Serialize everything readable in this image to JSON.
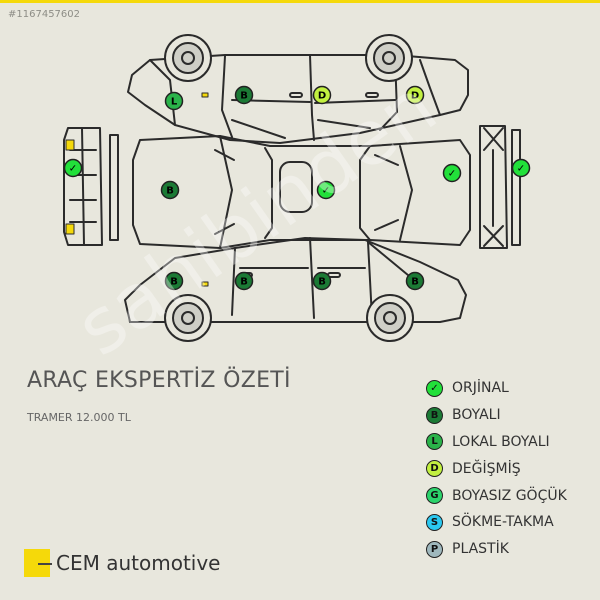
{
  "header": {
    "listing_id": "#1167457602"
  },
  "summary": {
    "title": "ARAÇ EKSPERTİZ ÖZETİ",
    "subtitle": "TRAMER 12.000 TL"
  },
  "legend": [
    {
      "symbol": "✓",
      "label": "ORJİNAL",
      "color": "#22e03a"
    },
    {
      "symbol": "B",
      "label": "BOYALI",
      "color": "#1b7a35"
    },
    {
      "symbol": "L",
      "label": "LOKAL BOYALI",
      "color": "#2ab34a"
    },
    {
      "symbol": "D",
      "label": "DEĞİŞMİŞ",
      "color": "#c2f040"
    },
    {
      "symbol": "G",
      "label": "BOYASIZ GÖÇÜK",
      "color": "#2bd36b"
    },
    {
      "symbol": "S",
      "label": "SÖKME-TAKMA",
      "color": "#2bc8f0"
    },
    {
      "symbol": "P",
      "label": "PLASTİK",
      "color": "#9fb8bd"
    }
  ],
  "markers": [
    {
      "part": "left-front-door",
      "symbol": "B",
      "color": "#1b7a35"
    },
    {
      "part": "left-front-fender",
      "symbol": "L",
      "color": "#2ab34a"
    },
    {
      "part": "left-rear-door",
      "symbol": "D",
      "color": "#c2f040"
    },
    {
      "part": "left-rear-fender",
      "symbol": "D",
      "color": "#c2f040"
    },
    {
      "part": "front-bumper",
      "symbol": "✓",
      "color": "#22e03a"
    },
    {
      "part": "hood",
      "symbol": "B",
      "color": "#1b7a35"
    },
    {
      "part": "roof",
      "symbol": "✓",
      "color": "#22e03a"
    },
    {
      "part": "trunk",
      "symbol": "✓",
      "color": "#22e03a"
    },
    {
      "part": "rear-bumper",
      "symbol": "✓",
      "color": "#22e03a"
    },
    {
      "part": "right-front-fender",
      "symbol": "B",
      "color": "#1b7a35"
    },
    {
      "part": "right-front-door",
      "symbol": "B",
      "color": "#1b7a35"
    },
    {
      "part": "right-rear-door",
      "symbol": "B",
      "color": "#1b7a35"
    },
    {
      "part": "right-rear-fender",
      "symbol": "B",
      "color": "#1b7a35"
    }
  ],
  "brand": {
    "name": "CEM automotive"
  },
  "watermark": {
    "text": "sahibinden"
  }
}
